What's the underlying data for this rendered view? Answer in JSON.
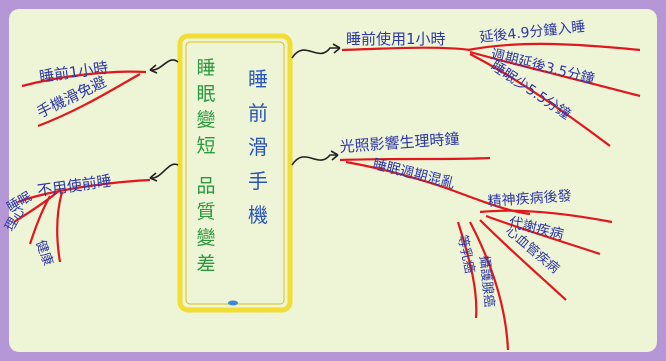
{
  "colors": {
    "border": "#b596d6",
    "paper": "#eef4d6",
    "branch": "#e0181e",
    "text": "#2d36a8",
    "phone_frame": "#f1dd33",
    "phone_text_green": "#2a9a3c",
    "phone_text_blue": "#2a55b8",
    "arrow": "#222222"
  },
  "center_phone": {
    "left_lines": [
      "睡眠變短",
      "品質變差"
    ],
    "right_lines": [
      "睡前滑手機"
    ]
  },
  "branches": {
    "top_left": {
      "lines": [
        "睡前1小時",
        "手機滑免避"
      ]
    },
    "mid_left": {
      "main": "不用使前睡",
      "sub": [
        "睡眠",
        "理心",
        "健康"
      ]
    },
    "top_right": {
      "main": "睡前使用1小時",
      "sub": [
        "延後4.9分鐘入睡",
        "週期延後3.5分鐘",
        "睡眠少5.5分鐘"
      ]
    },
    "bottom_right": {
      "main": "光照影響生理時鐘",
      "sub1": "睡眠週期混亂",
      "sub2": "精神疾病後發",
      "sub3": "代謝疾病",
      "sub4": "心血管疾病",
      "sub5": "等乳癌",
      "sub6": "攝護腺癌"
    }
  }
}
